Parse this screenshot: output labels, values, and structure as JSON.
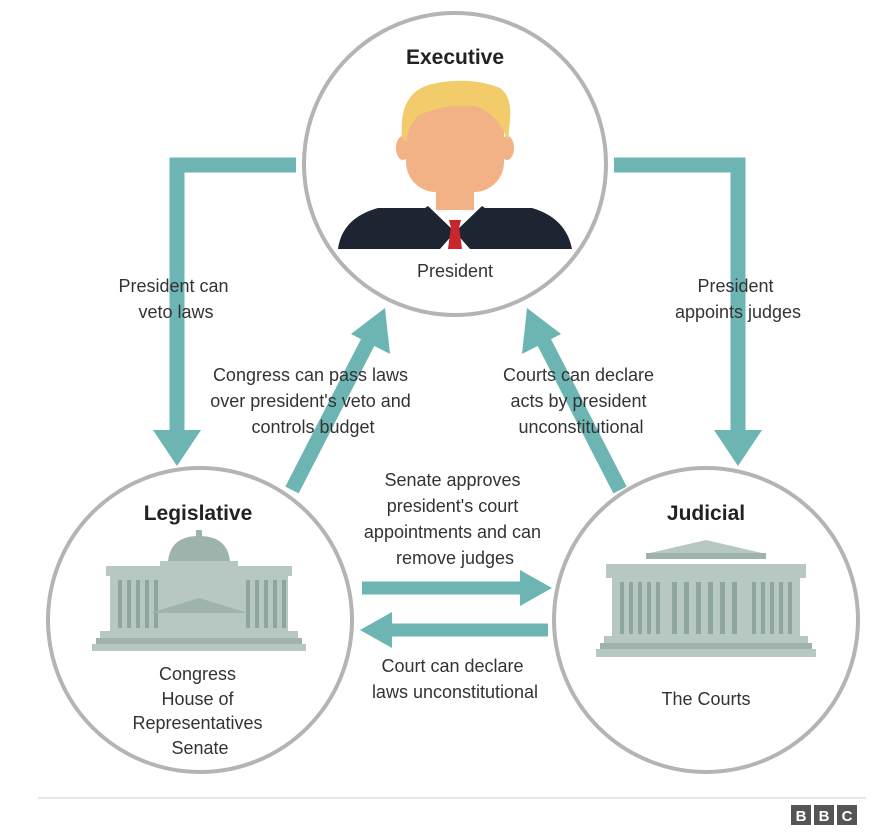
{
  "colors": {
    "arrow": "#6db5b3",
    "circle_stroke": "#b4b4b4",
    "building": "#b7c8c3",
    "building_dark": "#9fb3ad",
    "text": "#333333",
    "tie": "#c9252c",
    "suit": "#1e2532",
    "hair": "#f2cc6a",
    "face": "#f3b186",
    "bbc_block": "#555555"
  },
  "branches": {
    "executive": {
      "title": "Executive",
      "label": "President",
      "icon": "president-figure-icon"
    },
    "legislative": {
      "title": "Legislative",
      "label_lines": [
        "Congress",
        "House of",
        "Representatives",
        "Senate"
      ],
      "icon": "capitol-building-icon"
    },
    "judicial": {
      "title": "Judicial",
      "label": "The Courts",
      "icon": "courthouse-building-icon"
    }
  },
  "arrows": {
    "president_veto": [
      "President can",
      "veto laws"
    ],
    "president_appoints": [
      "President",
      "appoints judges"
    ],
    "congress_override": [
      "Congress can pass laws",
      "over president's veto and",
      "controls budget"
    ],
    "courts_declare_acts": [
      "Courts can declare",
      "acts by president",
      "unconstitutional"
    ],
    "senate_approves": [
      "Senate approves",
      "president's court",
      "appointments and can",
      "remove judges"
    ],
    "court_declares_laws": [
      "Court can declare",
      "laws unconstitutional"
    ]
  },
  "footer": {
    "logo_letters": [
      "B",
      "B",
      "C"
    ]
  }
}
